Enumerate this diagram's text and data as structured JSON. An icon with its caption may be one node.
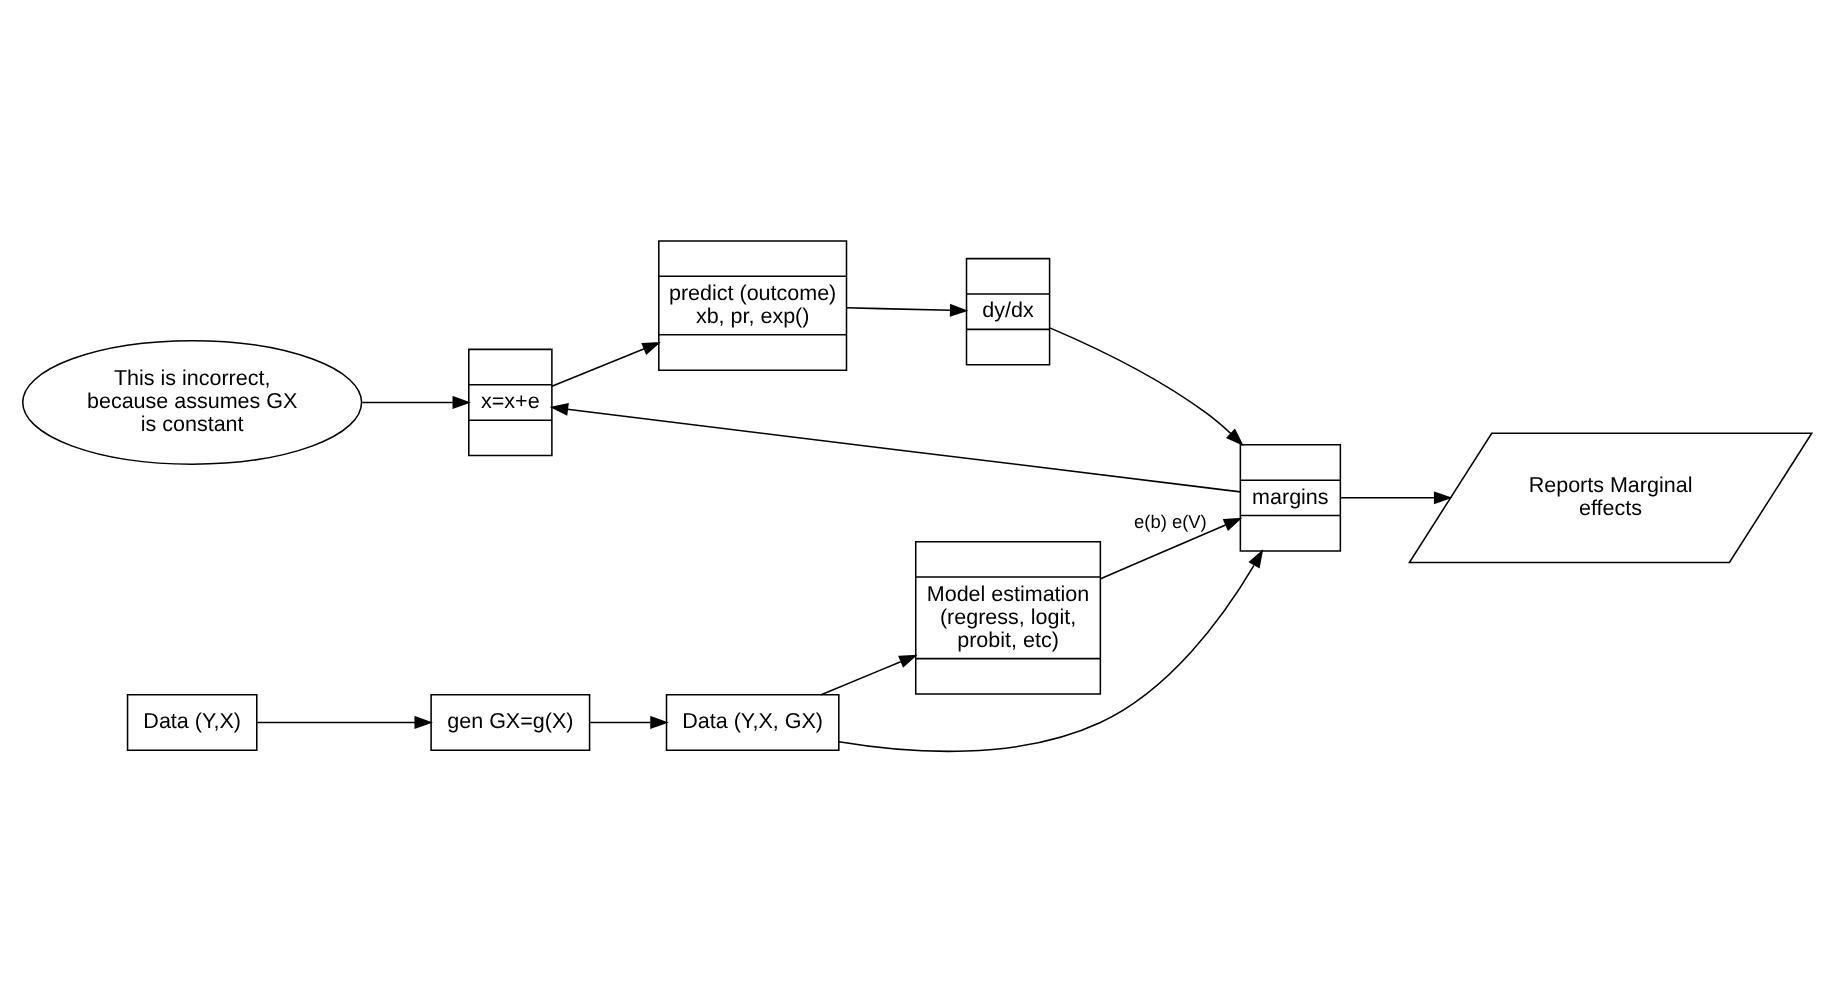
{
  "diagram": {
    "nodes": [
      {
        "text": [
          "This is incorrect, because assumes GX is constant"
        ]
      },
      {
        "text": [
          "Model estimation (regress, logit, probit, etc)"
        ]
      },
      {
        "text": [
          "Data (Y,X, GX)"
        ]
      },
      {
        "text": [
          "x=x+e"
        ]
      },
      {
        "text": [
          "predict (outcome) xb, pr, exp()"
        ]
      },
      {
        "text": [
          "margins"
        ]
      },
      {
        "text": [
          "dy/dx"
        ]
      },
      {
        "text": [
          "gen GX=g(X)"
        ]
      },
      {
        "text": [
          "Reports Marginal effects"
        ]
      },
      {
        "text": [
          "Data (Y,X)"
        ]
      }
    ],
    "edges": [
      {
        "from": 0,
        "to": 3,
        "arrow": "to"
      },
      {
        "from": 1,
        "to": 5,
        "arrow": "to",
        "label": "e(b) e(V)"
      },
      {
        "from": 2,
        "to": 1,
        "arrow": "to"
      },
      {
        "from": 2,
        "to": 5,
        "arrow": "to"
      },
      {
        "from": 5,
        "to": 3,
        "arrow": "to"
      },
      {
        "from": 3,
        "to": 4,
        "arrow": "to"
      },
      {
        "from": 4,
        "to": 6,
        "arrow": "to"
      },
      {
        "from": 6,
        "to": 5,
        "arrow": "to"
      },
      {
        "from": 5,
        "to": 8,
        "arrow": "to"
      },
      {
        "from": 9,
        "to": 7,
        "arrow": "to"
      },
      {
        "from": 7,
        "to": 2,
        "arrow": "to"
      }
    ]
  }
}
